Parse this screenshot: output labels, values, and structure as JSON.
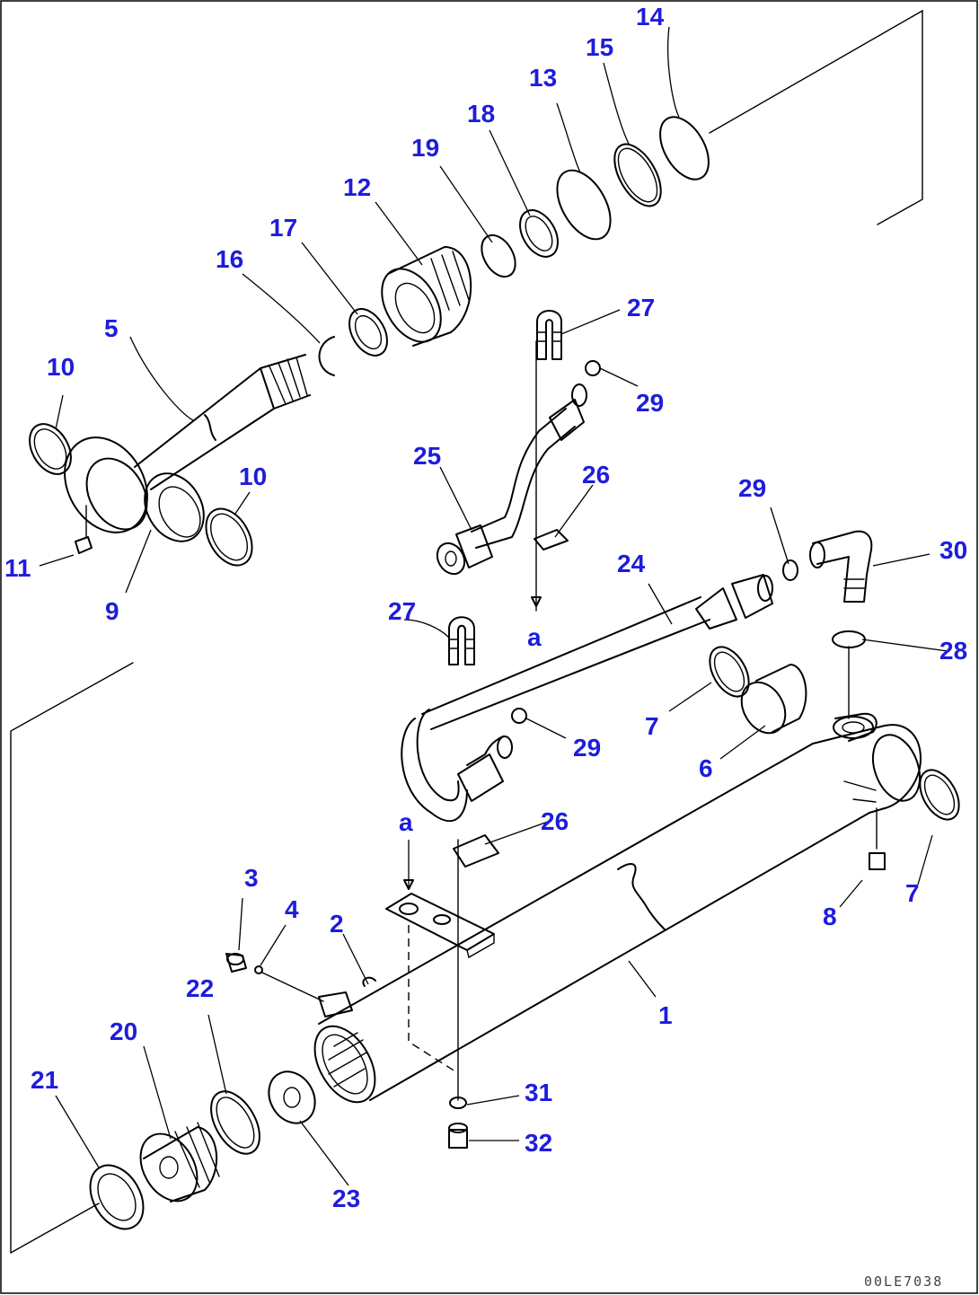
{
  "drawing": {
    "code": "00LE7038",
    "callout_color": "#1d1ddb",
    "line_color": "#000000"
  },
  "callouts": [
    {
      "id": "c1",
      "label": "1"
    },
    {
      "id": "c2",
      "label": "2"
    },
    {
      "id": "c3",
      "label": "3"
    },
    {
      "id": "c4",
      "label": "4"
    },
    {
      "id": "c5",
      "label": "5"
    },
    {
      "id": "c6",
      "label": "6"
    },
    {
      "id": "c7a",
      "label": "7"
    },
    {
      "id": "c7b",
      "label": "7"
    },
    {
      "id": "c8",
      "label": "8"
    },
    {
      "id": "c9",
      "label": "9"
    },
    {
      "id": "c10a",
      "label": "10"
    },
    {
      "id": "c10b",
      "label": "10"
    },
    {
      "id": "c11",
      "label": "11"
    },
    {
      "id": "c12",
      "label": "12"
    },
    {
      "id": "c13",
      "label": "13"
    },
    {
      "id": "c14",
      "label": "14"
    },
    {
      "id": "c15",
      "label": "15"
    },
    {
      "id": "c16",
      "label": "16"
    },
    {
      "id": "c17",
      "label": "17"
    },
    {
      "id": "c18",
      "label": "18"
    },
    {
      "id": "c19",
      "label": "19"
    },
    {
      "id": "c20",
      "label": "20"
    },
    {
      "id": "c21",
      "label": "21"
    },
    {
      "id": "c22",
      "label": "22"
    },
    {
      "id": "c23",
      "label": "23"
    },
    {
      "id": "c24",
      "label": "24"
    },
    {
      "id": "c25",
      "label": "25"
    },
    {
      "id": "c26a",
      "label": "26"
    },
    {
      "id": "c26b",
      "label": "26"
    },
    {
      "id": "c27a",
      "label": "27"
    },
    {
      "id": "c27b",
      "label": "27"
    },
    {
      "id": "c28",
      "label": "28"
    },
    {
      "id": "c29a",
      "label": "29"
    },
    {
      "id": "c29b",
      "label": "29"
    },
    {
      "id": "c29c",
      "label": "29"
    },
    {
      "id": "c30",
      "label": "30"
    },
    {
      "id": "c31",
      "label": "31"
    },
    {
      "id": "c32",
      "label": "32"
    },
    {
      "id": "ra1",
      "label": "a"
    },
    {
      "id": "ra2",
      "label": "a"
    }
  ]
}
